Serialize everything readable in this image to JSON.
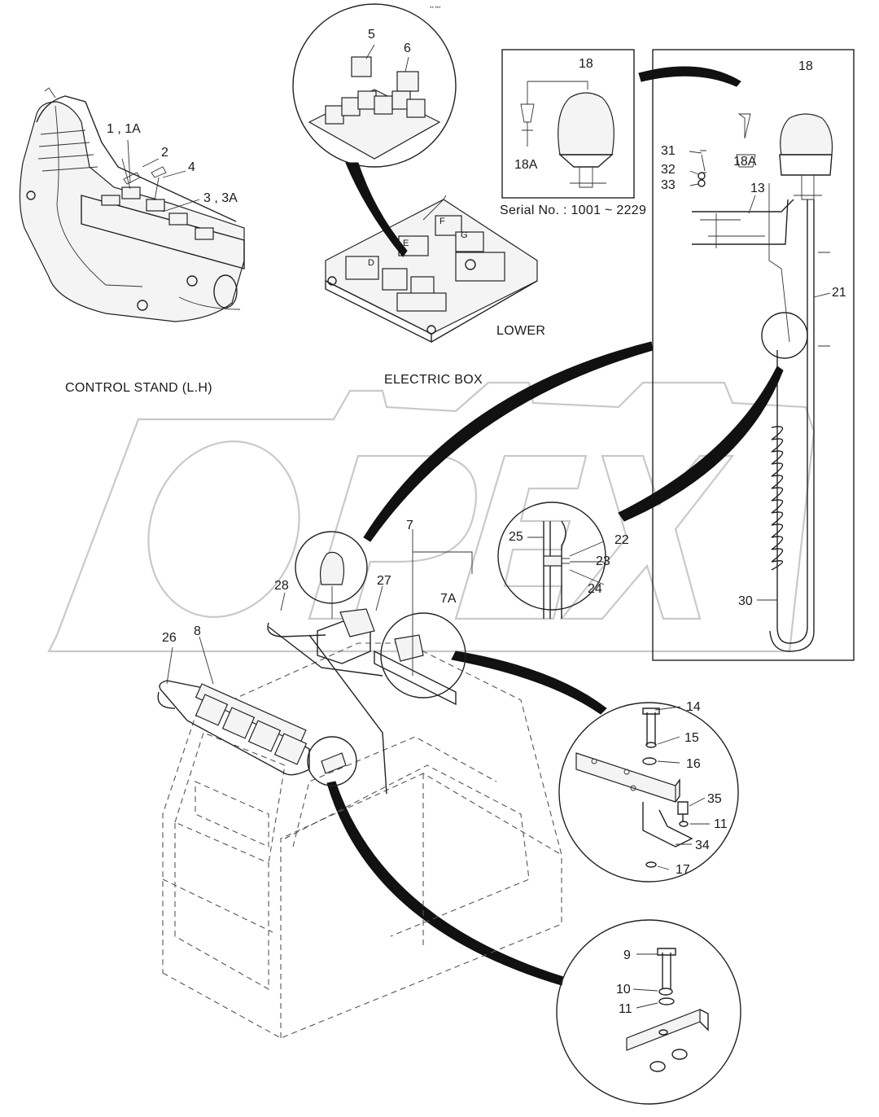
{
  "diagram": {
    "header_mark": "** ***",
    "captions": {
      "control_stand": "CONTROL STAND (L.H)",
      "electric_box": "ELECTRIC BOX",
      "lower": "LOWER",
      "serial": "Serial No. : 1001 ~ 2229"
    },
    "box_letters": [
      "D",
      "E",
      "F",
      "G"
    ],
    "callouts": [
      "1 , 1A",
      "2",
      "4",
      "3 , 3A",
      "5",
      "6",
      "18",
      "18A",
      "18",
      "18A",
      "31",
      "32",
      "33",
      "13",
      "21",
      "25",
      "22",
      "23",
      "24",
      "30",
      "7",
      "7A",
      "28",
      "27",
      "8",
      "26",
      "14",
      "15",
      "16",
      "35",
      "11",
      "34",
      "17",
      "9",
      "10",
      "11"
    ]
  }
}
